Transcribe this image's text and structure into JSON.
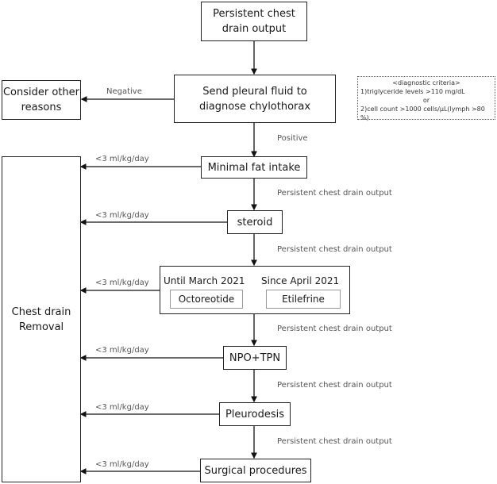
{
  "nodes": {
    "start": "Persistent chest drain output",
    "send_fluid": "Send pleural fluid to diagnose chylothorax",
    "consider": "Consider other reasons",
    "minimal_fat": "Minimal fat intake",
    "steroid": "steroid",
    "until_label": "Until March 2021",
    "since_label": "Since April 2021",
    "octreotide": "Octoreotide",
    "etilefrine": "Etilefrine",
    "npo_tpn": "NPO+TPN",
    "pleurodesis": "Pleurodesis",
    "surgical": "Surgical procedures",
    "removal_line1": "Chest drain",
    "removal_line2": "Removal"
  },
  "edge_labels": {
    "negative": "Negative",
    "positive": "Positive",
    "persistent": "Persistent chest drain output",
    "threshold": "<3 ml/kg/day"
  },
  "criteria": {
    "title": "<diagnostic criteria>",
    "line1": "1)triglyceride levels >110 mg/dL",
    "or": "or",
    "line2": "2)cell count >1000 cells/μL(lymph >80 %)"
  }
}
